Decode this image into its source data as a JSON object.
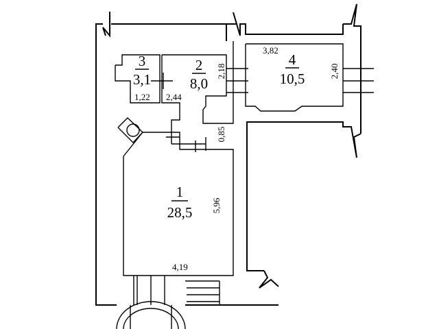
{
  "rooms": [
    {
      "number": "1",
      "area": "28,5"
    },
    {
      "number": "2",
      "area": "8,0"
    },
    {
      "number": "3",
      "area": "3,1"
    },
    {
      "number": "4",
      "area": "10,5"
    }
  ],
  "dimensions": {
    "room1_height": "5,96",
    "room1_width": "4,19",
    "room2_height": "2,18",
    "room2_width": "2,44",
    "room3_width": "1,22",
    "room4_width": "3,82",
    "room4_height": "2,40",
    "passage": "0,85"
  },
  "colors": {
    "line": "#000000",
    "background": "#ffffff"
  }
}
